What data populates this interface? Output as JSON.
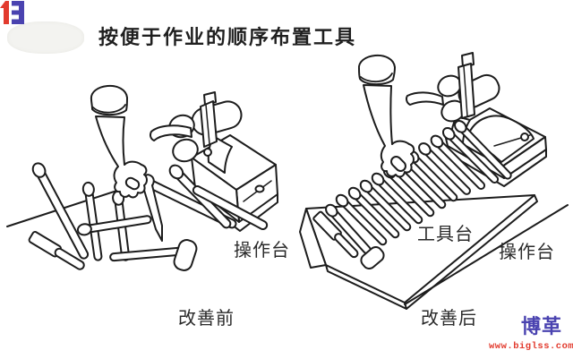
{
  "title": "按便于作业的顺序布置工具",
  "panels": {
    "before": {
      "caption": "改善前",
      "table_label": "操作台"
    },
    "after": {
      "caption": "改善后",
      "tool_stand_label": "工具台",
      "table_label": "操作台"
    }
  },
  "watermark": {
    "brand": "博革",
    "url": "www.biglss.com",
    "brand_color": "#4a43b0",
    "accent_red": "#e23b2e"
  },
  "colors": {
    "background": "#ffffff",
    "line_ink": "#1c1c1c"
  }
}
